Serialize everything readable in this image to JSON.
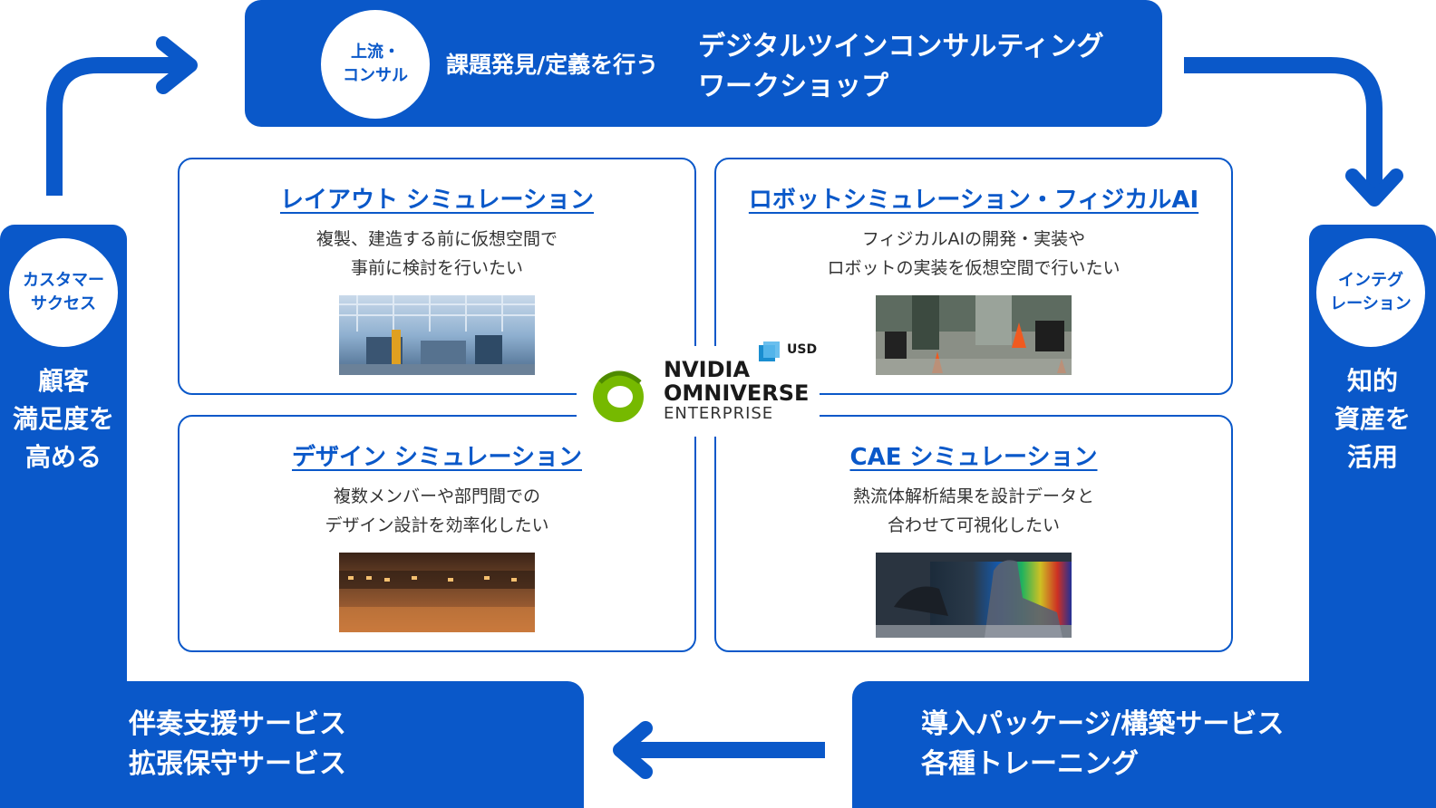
{
  "top": {
    "circle_line1": "上流・",
    "circle_line2": "コンサル",
    "task": "課題発見/定義を行う",
    "title_line1": "デジタルツインコンサルティング",
    "title_line2": "ワークショップ"
  },
  "left": {
    "circle_line1": "カスタマー",
    "circle_line2": "サクセス",
    "text_line1": "顧客",
    "text_line2": "満足度を",
    "text_line3": "高める"
  },
  "right": {
    "circle_line1": "インテグ",
    "circle_line2": "レーション",
    "text_line1": "知的",
    "text_line2": "資産を",
    "text_line3": "活用"
  },
  "bottom_left": {
    "line1": "伴奏支援サービス",
    "line2": "拡張保守サービス"
  },
  "bottom_right": {
    "line1": "導入パッケージ/構築サービス",
    "line2": "各種トレーニング"
  },
  "cards": {
    "layout": {
      "title": "レイアウト シミュレーション",
      "desc_line1": "複製、建造する前に仮想空間で",
      "desc_line2": "事前に検討を行いたい"
    },
    "robot": {
      "title": "ロボットシミュレーション・フィジカルAI",
      "desc_line1": "フィジカルAIの開発・実装や",
      "desc_line2": "ロボットの実装を仮想空間で行いたい"
    },
    "design": {
      "title": "デザイン シミュレーション",
      "desc_line1": "複数メンバーや部門間での",
      "desc_line2": "デザイン設計を効率化したい"
    },
    "cae": {
      "title": "CAE シミュレーション",
      "desc_line1": "熱流体解析結果を設計データと",
      "desc_line2": "合わせて可視化したい"
    }
  },
  "logo": {
    "line1": "NVIDIA",
    "line2": "OMNIVERSE",
    "line3": "ENTERPRISE",
    "usd": "USD"
  },
  "colors": {
    "primary_blue": "#0a58c9",
    "logo_green": "#76b900"
  }
}
